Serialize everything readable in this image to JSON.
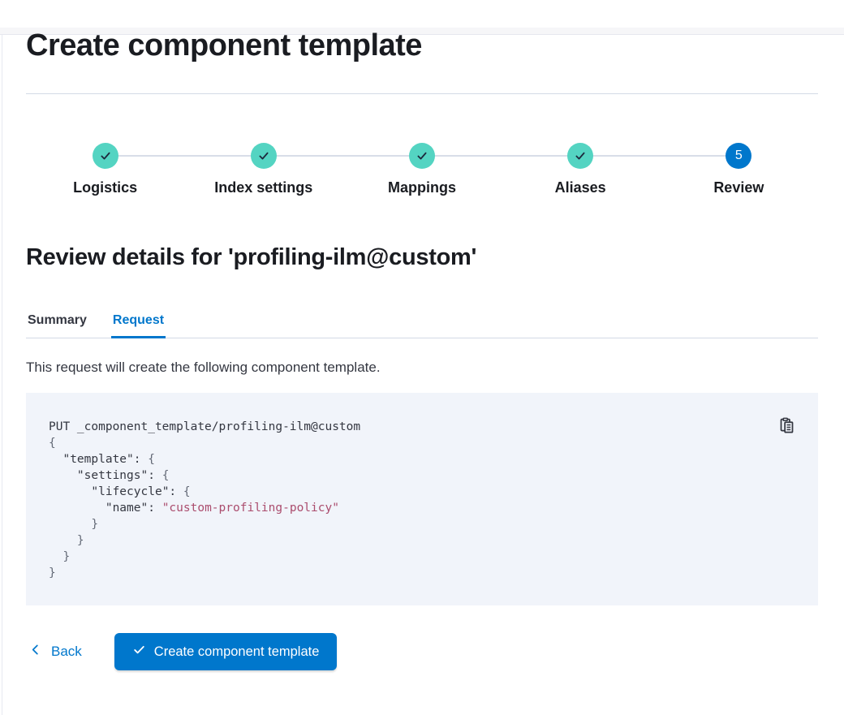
{
  "page": {
    "title": "Create component template"
  },
  "stepper": {
    "steps": [
      {
        "label": "Logistics",
        "status": "complete",
        "icon": "check-icon"
      },
      {
        "label": "Index settings",
        "status": "complete",
        "icon": "check-icon"
      },
      {
        "label": "Mappings",
        "status": "complete",
        "icon": "check-icon"
      },
      {
        "label": "Aliases",
        "status": "complete",
        "icon": "check-icon"
      },
      {
        "label": "Review",
        "status": "current",
        "number": "5"
      }
    ]
  },
  "review": {
    "heading": "Review details for 'profiling-ilm@custom'",
    "tabs": [
      {
        "label": "Summary",
        "selected": false
      },
      {
        "label": "Request",
        "selected": true
      }
    ],
    "description": "This request will create the following component template."
  },
  "code_block": {
    "copy_icon": "copy-clipboard-icon",
    "lines": [
      [
        {
          "text": "PUT _component_template/profiling-ilm@custom",
          "type": "plain"
        }
      ],
      [
        {
          "text": "{",
          "type": "punc"
        }
      ],
      [
        {
          "text": "  ",
          "type": "plain"
        },
        {
          "text": "\"template\"",
          "type": "key"
        },
        {
          "text": ": ",
          "type": "key"
        },
        {
          "text": "{",
          "type": "punc"
        }
      ],
      [
        {
          "text": "    ",
          "type": "plain"
        },
        {
          "text": "\"settings\"",
          "type": "key"
        },
        {
          "text": ": ",
          "type": "key"
        },
        {
          "text": "{",
          "type": "punc"
        }
      ],
      [
        {
          "text": "      ",
          "type": "plain"
        },
        {
          "text": "\"lifecycle\"",
          "type": "key"
        },
        {
          "text": ": ",
          "type": "key"
        },
        {
          "text": "{",
          "type": "punc"
        }
      ],
      [
        {
          "text": "        ",
          "type": "plain"
        },
        {
          "text": "\"name\"",
          "type": "key"
        },
        {
          "text": ": ",
          "type": "key"
        },
        {
          "text": "\"custom-profiling-policy\"",
          "type": "string"
        }
      ],
      [
        {
          "text": "      }",
          "type": "punc"
        }
      ],
      [
        {
          "text": "    }",
          "type": "punc"
        }
      ],
      [
        {
          "text": "  }",
          "type": "punc"
        }
      ],
      [
        {
          "text": "}",
          "type": "punc"
        }
      ]
    ]
  },
  "footer": {
    "back_label": "Back",
    "back_icon": "chevron-left-icon",
    "create_label": "Create component template",
    "create_icon": "check-icon"
  },
  "colors": {
    "primary": "#0077cc",
    "success": "#54d4c2",
    "heading": "#1a1c21",
    "text": "#343741",
    "divider": "#d3dae6",
    "code_bg": "#f1f4fa",
    "code_punc": "#646a77",
    "code_string": "#ab4d6e"
  }
}
